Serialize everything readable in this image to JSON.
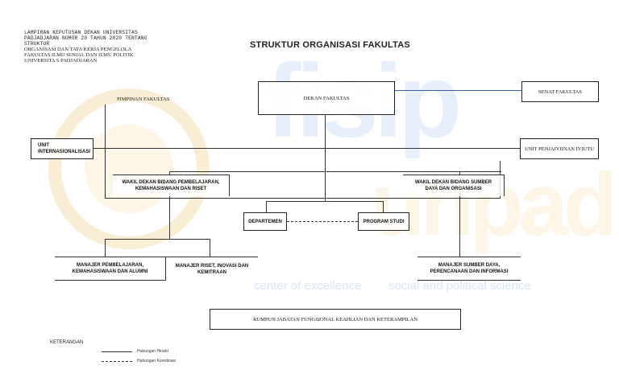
{
  "header": {
    "lines": [
      "LAMPIRAN KEPUTUSAN DEKAN UNIVERSITAS",
      "PADJADJARAN NOMOR 20 TAHUN 2020 TENTANG",
      "STRUKTUR",
      "ORGANISASI DAN TATA KERJA PENGELOLA",
      "FAKULTAS ILMU SOSIAL DAN ILMU POLITIK",
      "UNIVERSITA S PADJADJARAN"
    ]
  },
  "title": "STRUKTUR ORGANISASI FAKULTAS",
  "labels": {
    "pimpinan": "PIMPINAN FAKULTAS"
  },
  "boxes": {
    "dekan": "DEKAN FAKULTAS",
    "senat": "SENAT FAKULTAS",
    "unit_internasional_1": "UNIT",
    "unit_internasional_2": "INTERNASIONALISASI",
    "unit_penjaminan": "UNIT PENJAIYIINAN IYIUTU",
    "wakil_1_line1": "WAKIL DEKAN  BIDANG PEMBELAJARAN,",
    "wakil_1_line2": "KEMAHASISWAAN DAN RISET",
    "wakil_2_line1": "WAKIL DEKAN  BIDANG SUMBER",
    "wakil_2_line2": "DAYA DAN ORGANISASI",
    "departemen": "DEPARTEMEN",
    "program_studi": "PROGRAM STUDI",
    "manajer_1_line1": "MANAJER PEMBELAJARAN,",
    "manajer_1_line2": "KEMAHASISWAAN DAN ALUMNI",
    "manajer_2_line1": "MANAJER RISET, INOVASI DAN",
    "manajer_2_line2": "KEMITRAAN",
    "manajer_3_line1": "MANAJER SUMBER DAYA,",
    "manajer_3_line2": "PERENCANAAN DAN INFORMASI",
    "rumpun": "RUMPUN JABATAN FUNGSIONAL KEAHLIAN DAN KETERAMPILAN"
  },
  "legend": {
    "title": "KETERANGAN",
    "solid": "Hubungan Hirarki",
    "dashed": "Hubungan Koordinasi"
  },
  "watermark": {
    "line1": "fisip",
    "line2": "unpad",
    "tagline_left": "center of excellence",
    "tagline_right": "social and political science"
  },
  "colors": {
    "line": "#333333",
    "senat_link": "#3a5db0",
    "watermark_blue": "#c9d9f7",
    "watermark_gold": "#f7e2b8"
  }
}
